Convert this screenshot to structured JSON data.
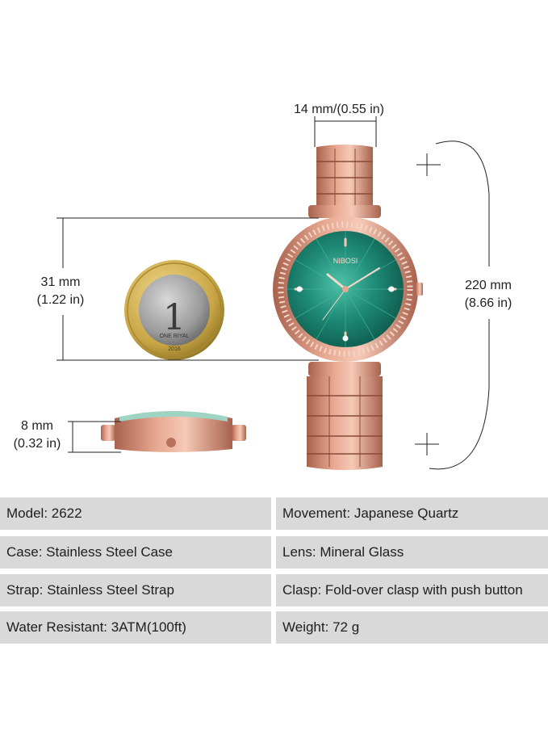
{
  "dimensions": {
    "lug_width": "14 mm/(0.55 in)",
    "diameter_mm": "31 mm",
    "diameter_in": "(1.22 in)",
    "thickness_mm": "8 mm",
    "thickness_in": "(0.32 in)",
    "strap_length_mm": "220 mm",
    "strap_length_in": "(8.66 in)"
  },
  "brand": "NIBOSI",
  "coin": {
    "value": "1",
    "text": "ONE RIYAL",
    "year": "2016"
  },
  "specs": [
    {
      "label": "Model",
      "value": "2622"
    },
    {
      "label": "Movement",
      "value": "Japanese Quartz"
    },
    {
      "label": "Case",
      "value": "Stainless Steel Case"
    },
    {
      "label": "Lens",
      "value": "Mineral Glass"
    },
    {
      "label": "Strap",
      "value": "Stainless Steel Strap"
    },
    {
      "label": "Clasp",
      "value": "Fold-over clasp with push button"
    },
    {
      "label": "Water Resistant",
      "value": "3ATM(100ft)"
    },
    {
      "label": "Weight",
      "value": "72 g"
    }
  ],
  "colors": {
    "rose_gold": "#d9957e",
    "rose_gold_dark": "#a8624d",
    "dial_green": "#1f8c78",
    "coin_gold": "#c9a646",
    "coin_silver": "#9a9a9a",
    "spec_bg": "#d9d9d9"
  }
}
